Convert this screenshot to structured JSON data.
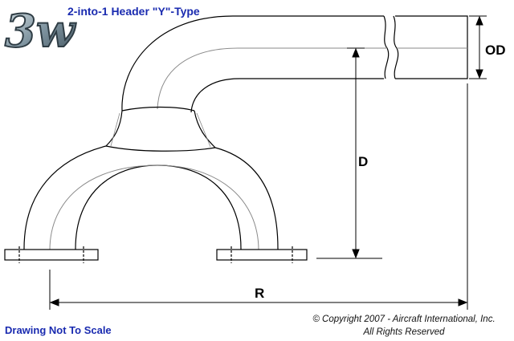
{
  "header": {
    "title": "2-into-1 Header \"Y\"-Type",
    "logo_text": "3w"
  },
  "dimensions": {
    "od_label": "OD",
    "d_label": "D",
    "r_label": "R"
  },
  "footer": {
    "note": "Drawing Not To Scale",
    "copyright_line1": "© Copyright 2007 - Aircraft International, Inc.",
    "copyright_line2": "All Rights Reserved"
  },
  "colors": {
    "title_blue": "#1a2bb0",
    "line": "#000000",
    "centerline": "#8a8a8a",
    "logo_metal": "#8fa3ad"
  }
}
